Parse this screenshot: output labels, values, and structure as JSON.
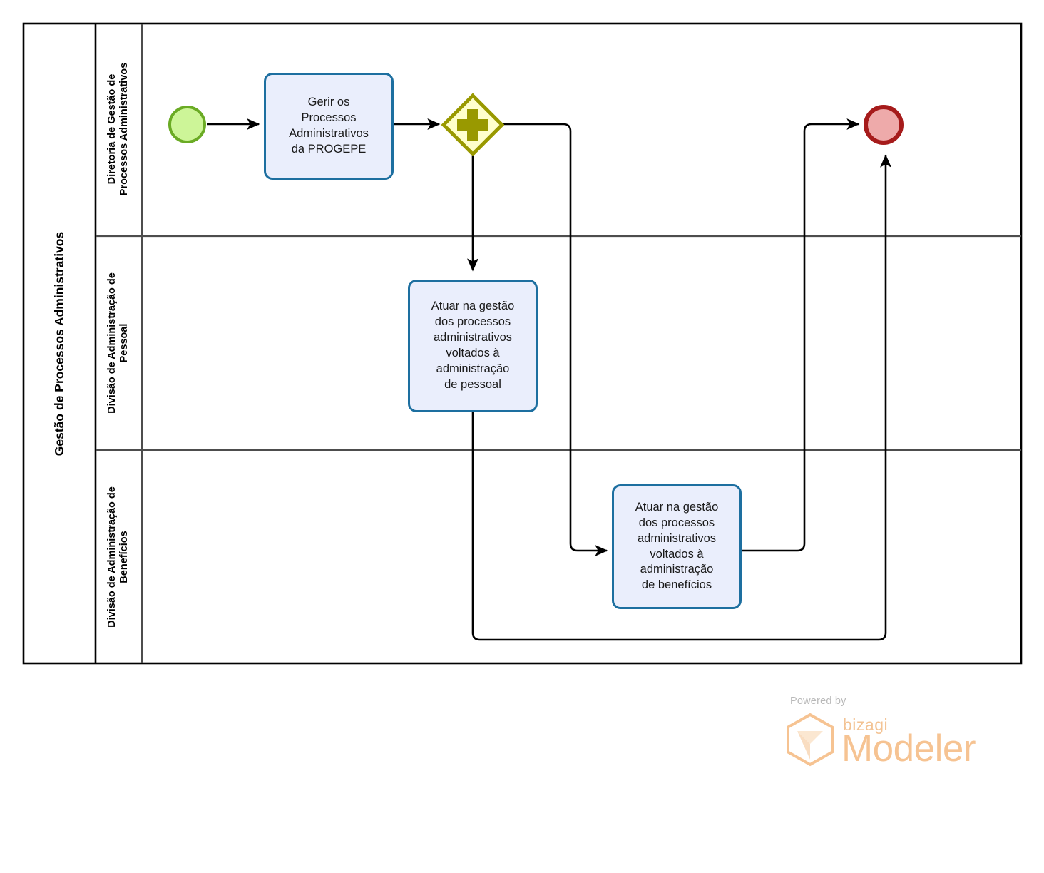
{
  "diagram": {
    "type": "bpmn-process",
    "pool": {
      "name": "Gestão de Processos Administrativos"
    },
    "lanes": [
      {
        "id": "lane-diretoria",
        "name": "Diretoria de Gestão de\nProcessos Administrativos"
      },
      {
        "id": "lane-pessoal",
        "name": "Divisão de Administração de\nPessoal"
      },
      {
        "id": "lane-beneficios",
        "name": "Divisão de Administração de\nBenefícios"
      }
    ],
    "events": {
      "start": {
        "name": "start-event",
        "type": "start",
        "lane": "lane-diretoria"
      },
      "end": {
        "name": "end-event",
        "type": "end",
        "lane": "lane-diretoria"
      }
    },
    "gateway": {
      "name": "parallel-gateway",
      "type": "parallel",
      "symbol": "+",
      "lane": "lane-diretoria"
    },
    "tasks": [
      {
        "id": "task-gerir",
        "label": "Gerir os\nProcessos\nAdministrativos\nda PROGEPE",
        "lane": "lane-diretoria"
      },
      {
        "id": "task-pessoal",
        "label": "Atuar na gestão\ndos processos\nadministrativos\nvoltados à\nadministração\nde pessoal",
        "lane": "lane-pessoal"
      },
      {
        "id": "task-beneficios",
        "label": "Atuar na gestão\ndos processos\nadministrativos\nvoltados à\nadministração\nde benefícios",
        "lane": "lane-beneficios"
      }
    ],
    "flows": [
      {
        "id": "flow-start-gerir",
        "from": "start-event",
        "to": "task-gerir"
      },
      {
        "id": "flow-gerir-gateway",
        "from": "task-gerir",
        "to": "parallel-gateway"
      },
      {
        "id": "flow-gateway-pessoal",
        "from": "parallel-gateway",
        "to": "task-pessoal"
      },
      {
        "id": "flow-gateway-beneficios",
        "from": "parallel-gateway",
        "to": "task-beneficios"
      },
      {
        "id": "flow-pessoal-end",
        "from": "task-pessoal",
        "to": "end-event"
      },
      {
        "id": "flow-beneficios-end",
        "from": "task-beneficios",
        "to": "end-event"
      }
    ]
  },
  "colors": {
    "task_fill": "#eaeefc",
    "task_border": "#1d6fa0",
    "start_fill": "#cdf598",
    "start_border": "#6aab24",
    "end_fill": "#eeaaaa",
    "end_border": "#a61b1b",
    "gateway_fill": "#ffffcc",
    "gateway_border": "#999900",
    "pool_border": "#000000",
    "lane_border": "#4d4d4d",
    "flow_line": "#000000"
  },
  "watermark": {
    "powered_by": "Powered by",
    "brand": "bizagi",
    "product": "Modeler"
  }
}
